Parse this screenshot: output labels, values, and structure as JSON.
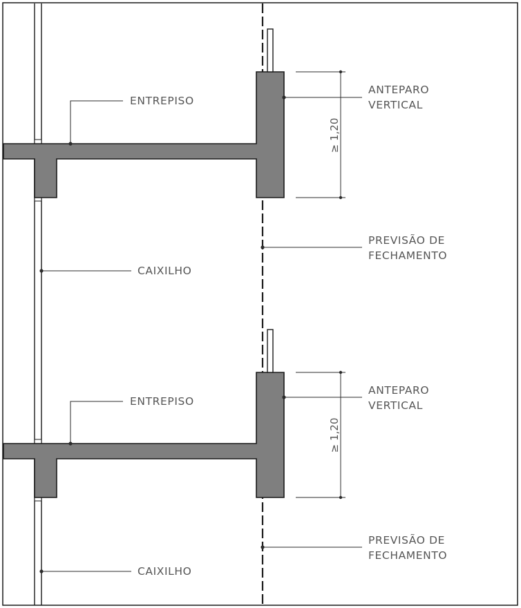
{
  "levels": [
    {
      "slab_label": "ENTREPISO",
      "window_label": "CAIXILHO",
      "parapet_label_line1": "ANTEPARO",
      "parapet_label_line2": "VERTICAL",
      "closure_label_line1": "PREVISÃO DE",
      "closure_label_line2": "FECHAMENTO",
      "dimension": "≥ 1,20"
    },
    {
      "slab_label": "ENTREPISO",
      "window_label": "CAIXILHO",
      "parapet_label_line1": "ANTEPARO",
      "parapet_label_line2": "VERTICAL",
      "closure_label_line1": "PREVISÃO DE",
      "closure_label_line2": "FECHAMENTO",
      "dimension": "≥ 1,20"
    }
  ],
  "colors": {
    "concrete": "#7f7f7f",
    "outline": "#1a1a1a",
    "text": "#555555"
  }
}
